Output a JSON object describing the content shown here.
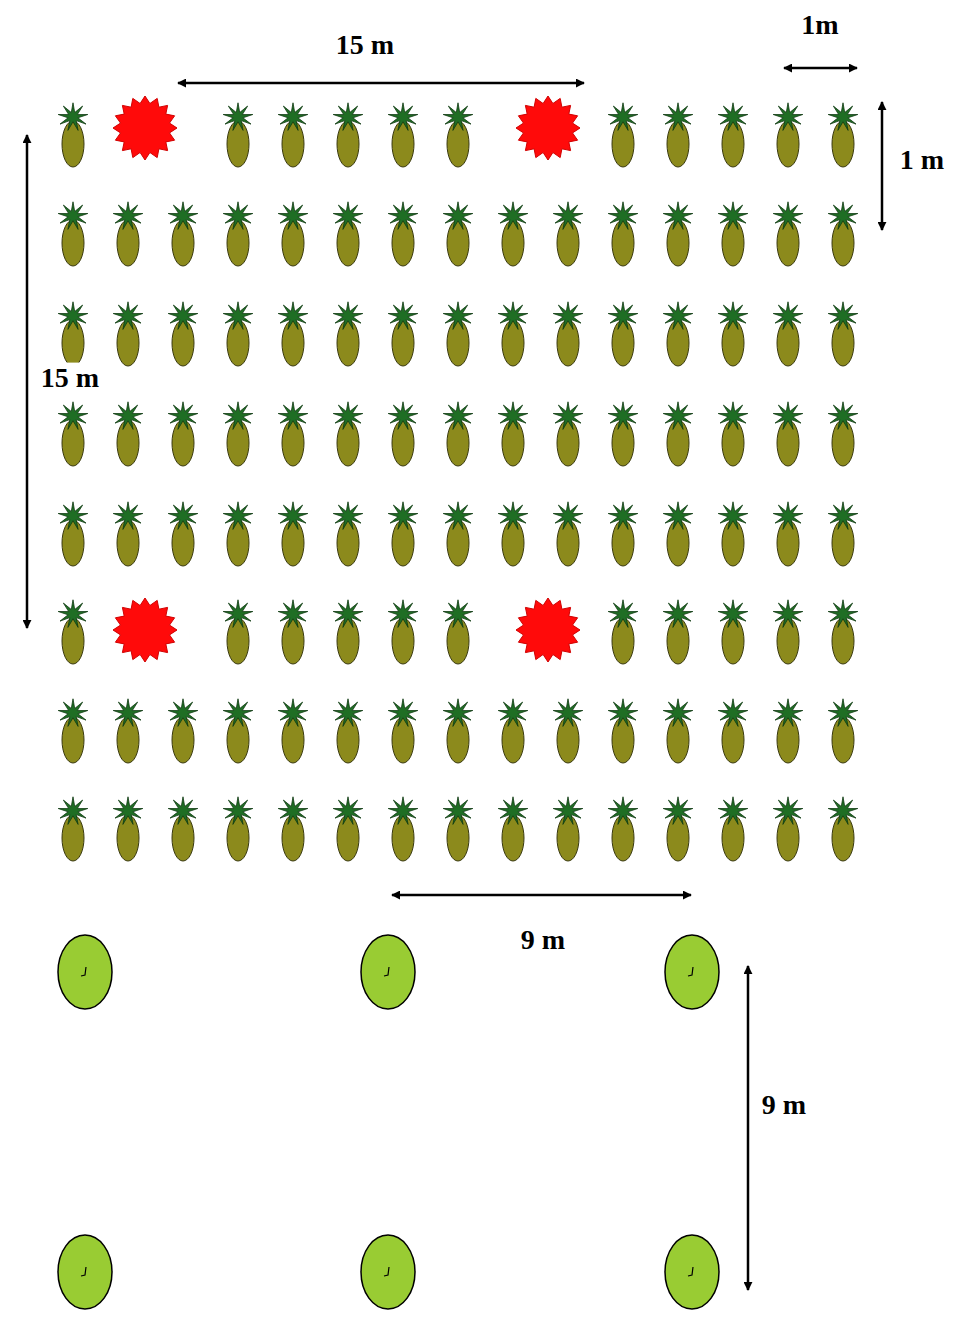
{
  "diagram": {
    "labels": [
      "15 m",
      "1m",
      "1 m",
      "15 m",
      "9 m",
      "9 m"
    ]
  }
}
